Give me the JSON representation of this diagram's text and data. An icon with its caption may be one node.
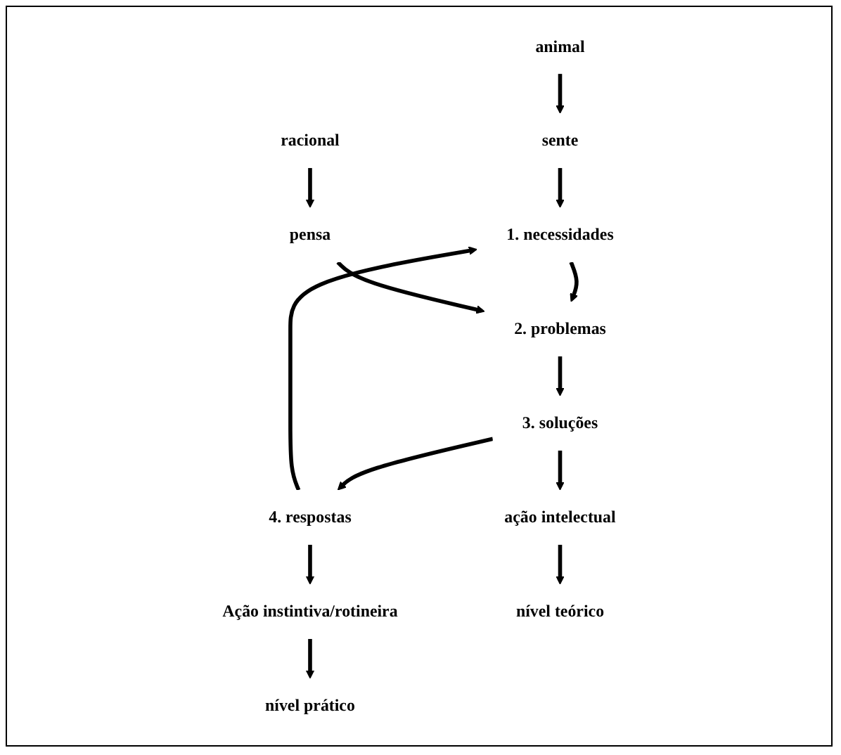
{
  "diagram": {
    "nodes": [
      {
        "text": [
          "animal"
        ]
      },
      {
        "text": [
          "sente"
        ]
      },
      {
        "text": [
          "1. necessidades"
        ]
      },
      {
        "text": [
          "4. respostas"
        ]
      },
      {
        "text": [
          "Ação instintiva/rotineira"
        ]
      },
      {
        "text": [
          "nível prático"
        ]
      },
      {
        "text": [
          "racional"
        ]
      },
      {
        "text": [
          "pensa"
        ]
      },
      {
        "text": [
          "2. problemas"
        ]
      },
      {
        "text": [
          "3. soluções"
        ]
      },
      {
        "text": [
          "ação intelectual"
        ]
      },
      {
        "text": [
          "nível teórico"
        ]
      }
    ],
    "edges": [
      {
        "from": 0,
        "to": 1,
        "arrow": "to"
      },
      {
        "from": 1,
        "to": 2,
        "arrow": "to"
      },
      {
        "from": 2,
        "to": 8,
        "arrow": "to"
      },
      {
        "from": 6,
        "to": 7,
        "arrow": "to"
      },
      {
        "from": 7,
        "to": 8,
        "arrow": "to"
      },
      {
        "from": 8,
        "to": 9,
        "arrow": "to"
      },
      {
        "from": 9,
        "to": 3,
        "arrow": "to"
      },
      {
        "from": 3,
        "to": 2,
        "arrow": "to"
      },
      {
        "from": 3,
        "to": 4,
        "arrow": "to"
      },
      {
        "from": 4,
        "to": 5,
        "arrow": "to"
      },
      {
        "from": 9,
        "to": 10,
        "arrow": "to"
      },
      {
        "from": 10,
        "to": 11,
        "arrow": "to"
      }
    ]
  }
}
